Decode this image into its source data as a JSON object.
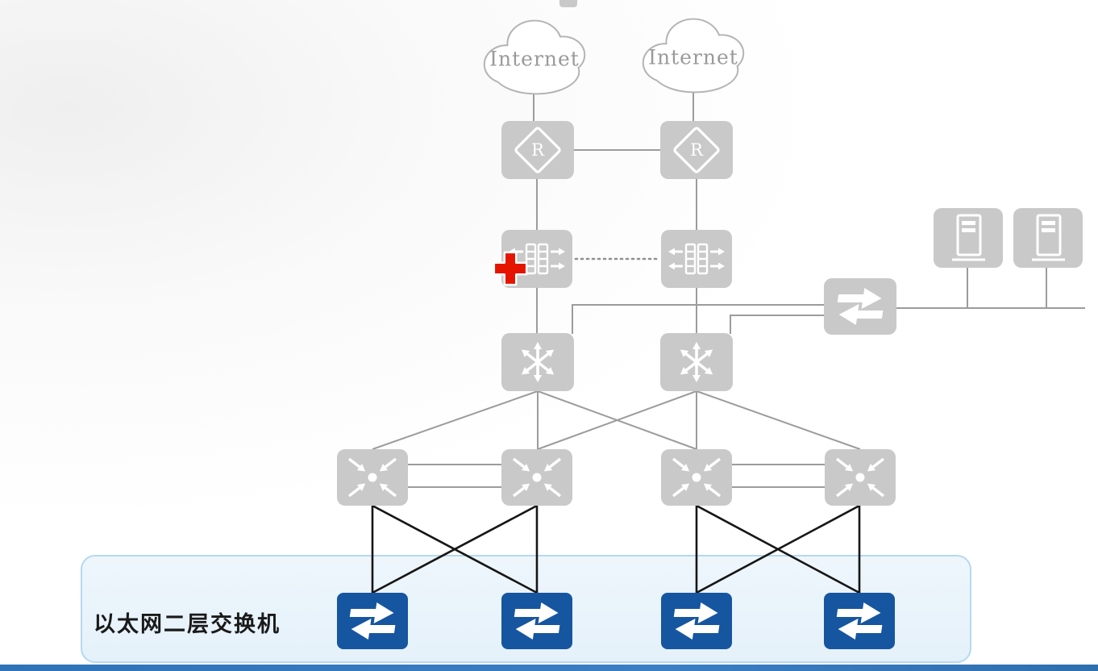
{
  "diagram": {
    "clouds": [
      {
        "id": "internet-1",
        "label": "Internet"
      },
      {
        "id": "internet-2",
        "label": "Internet"
      }
    ],
    "routers": [
      {
        "id": "router-1",
        "label": "R"
      },
      {
        "id": "router-2",
        "label": "R"
      }
    ],
    "firewalls": [
      {
        "id": "firewall-1",
        "failure_marker": true
      },
      {
        "id": "firewall-2",
        "failure_marker": false
      }
    ],
    "core_switches": [
      {
        "id": "core-switch-1"
      },
      {
        "id": "core-switch-2"
      }
    ],
    "aggregation_switches": [
      {
        "id": "agg-switch-1"
      },
      {
        "id": "agg-switch-2"
      },
      {
        "id": "agg-switch-3"
      },
      {
        "id": "agg-switch-4"
      }
    ],
    "access_switches": [
      {
        "id": "access-switch-1"
      },
      {
        "id": "access-switch-2"
      },
      {
        "id": "access-switch-3"
      },
      {
        "id": "access-switch-4"
      }
    ],
    "lan_switch": {
      "id": "lan-switch-1"
    },
    "servers": [
      {
        "id": "server-1"
      },
      {
        "id": "server-2"
      }
    ],
    "access_layer_label": "以太网二层交换机"
  },
  "icons": {
    "internet_cloud": "cloud-outline",
    "router": "diamond-with-R",
    "firewall": "striped-wall-with-arrows",
    "core_switch": "radiating-arrows",
    "aggregation_switch": "converging-arrows-with-dot",
    "l2_switch": "double-horizontal-arrows",
    "server": "tower-server",
    "failure_marker": "red-cross"
  },
  "colors": {
    "node_gray": "#c9c9c9",
    "glyph_white": "#ffffff",
    "line_gray": "#9c9c9c",
    "line_black": "#161616",
    "switch_blue": "#1656a0",
    "box_fill": "#e9f3fb",
    "box_border": "#b5d9ef",
    "failure_red": "#e51400",
    "bottom_bar_blue": "#2e73b8",
    "cloud_text": "#9a9a9a"
  }
}
